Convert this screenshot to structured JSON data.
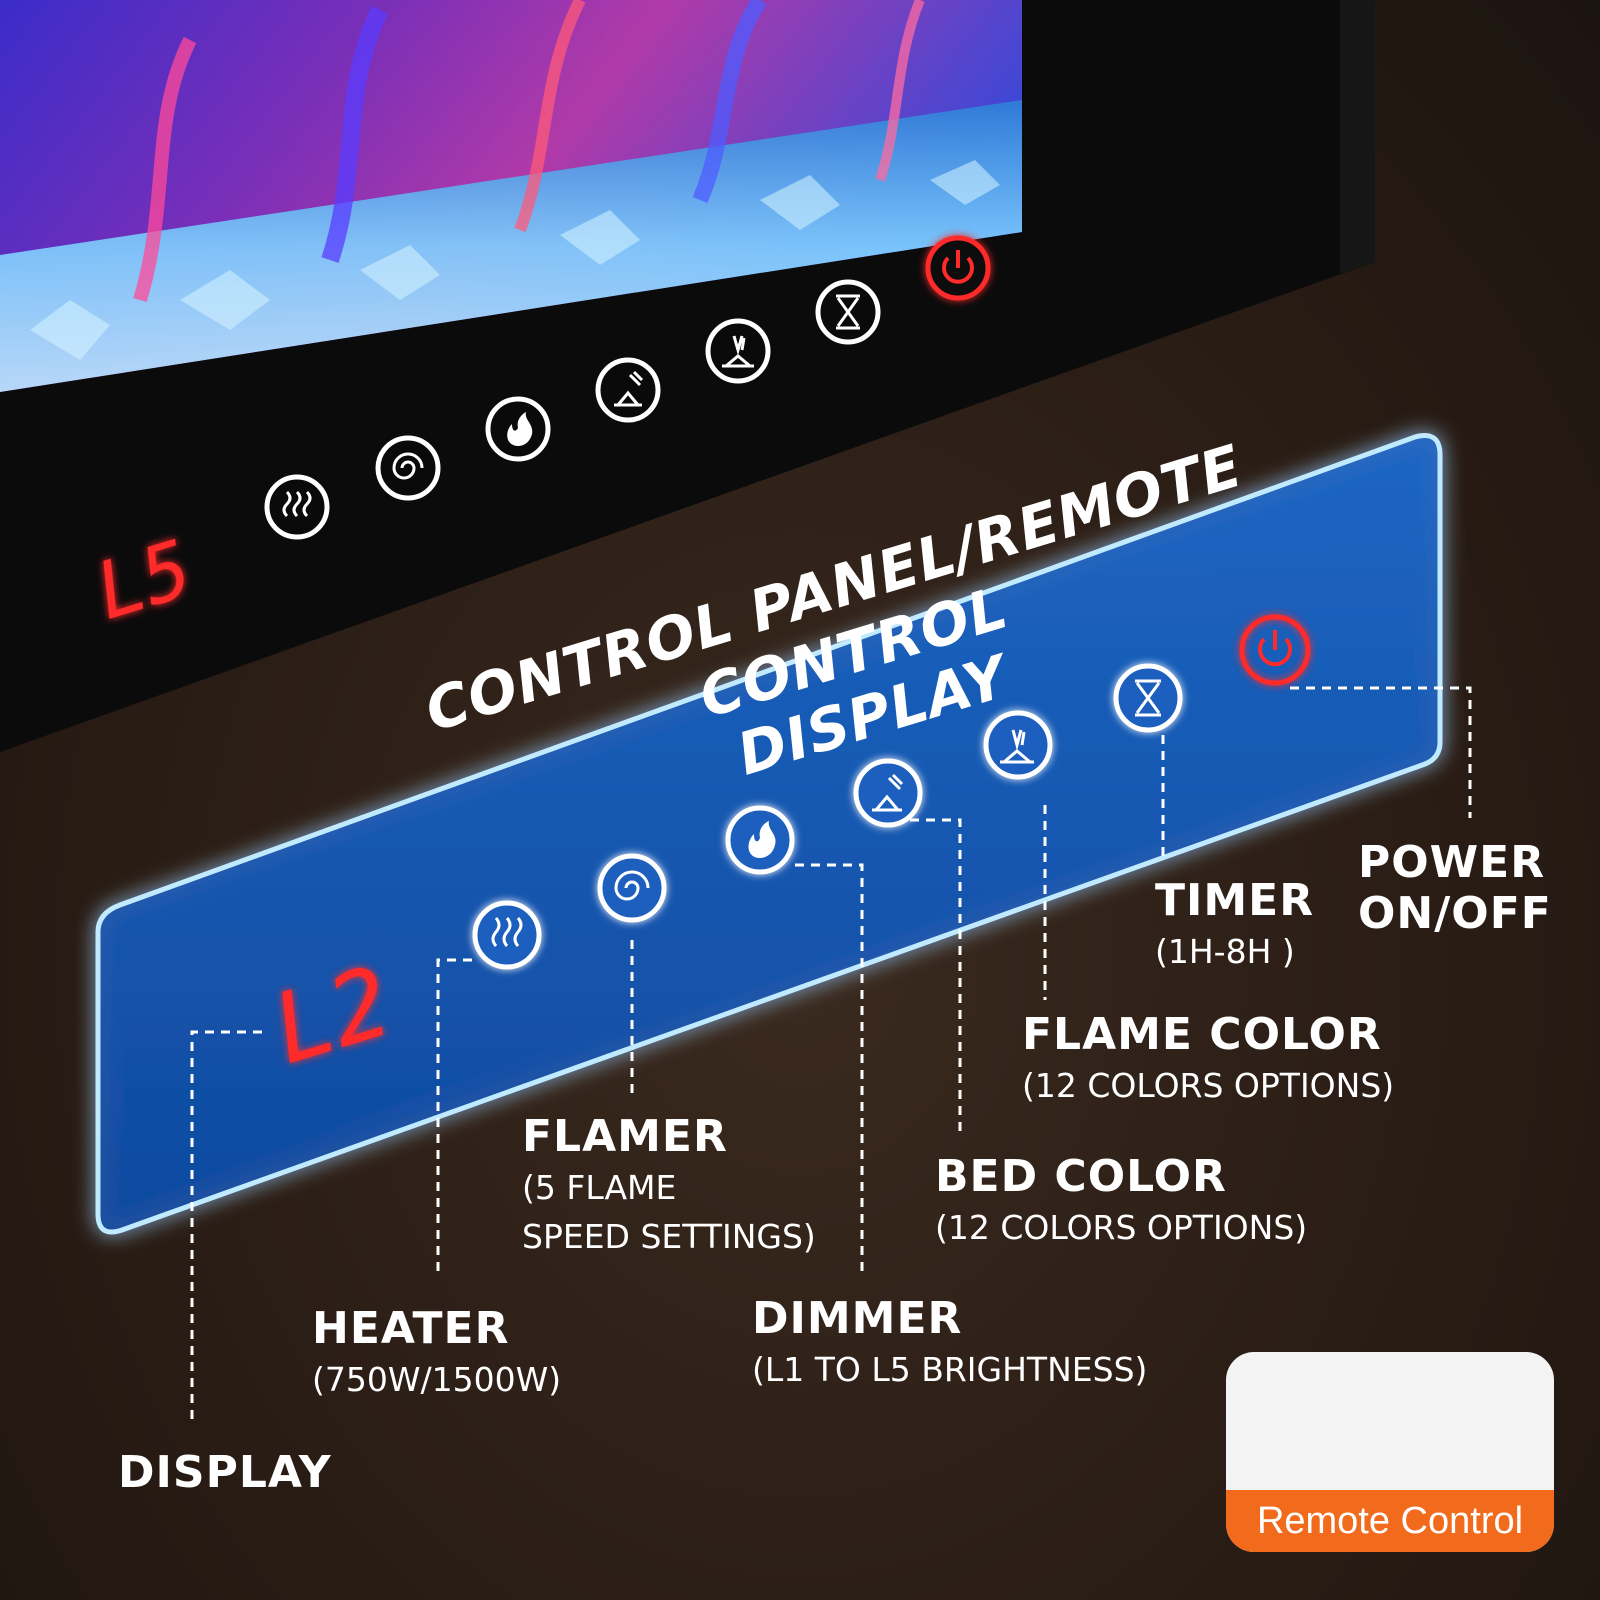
{
  "headline": {
    "line1": "CONTROL PANEL/REMOTE CONTROL",
    "line2": "DISPLAY"
  },
  "top_panel": {
    "display_readout": "L5"
  },
  "glass_panel": {
    "display_readout": "L2"
  },
  "labels": {
    "display": {
      "title": "DISPLAY"
    },
    "heater": {
      "title": "HEATER",
      "sub": "(750W/1500W)"
    },
    "flamer": {
      "title": "FLAMER",
      "sub1": "(5 FLAME",
      "sub2": "SPEED SETTINGS)"
    },
    "dimmer": {
      "title": "DIMMER",
      "sub": "(L1 TO L5 BRIGHTNESS)"
    },
    "bed_color": {
      "title": "BED COLOR",
      "sub": "(12 COLORS OPTIONS)"
    },
    "flame_color": {
      "title": "FLAME COLOR",
      "sub": "(12 COLORS OPTIONS)"
    },
    "timer": {
      "title": "TIMER",
      "sub": "(1H-8H )"
    },
    "power": {
      "title1": "POWER",
      "title2": "ON/OFF"
    }
  },
  "remote_card": {
    "label": "Remote Control"
  },
  "icons": [
    "heater-icon",
    "flamer-swirl-icon",
    "dimmer-flame-icon",
    "bed-color-icon",
    "flame-color-icon",
    "timer-hourglass-icon",
    "power-icon"
  ],
  "colors": {
    "led_red": "#ff2a2a",
    "glass_blue": "#1f6fd1",
    "glow_cyan": "#66c8ff",
    "banner_orange": "#f26a1b",
    "fire_blue": "#3b2cc9",
    "fire_magenta": "#b03aa8"
  }
}
